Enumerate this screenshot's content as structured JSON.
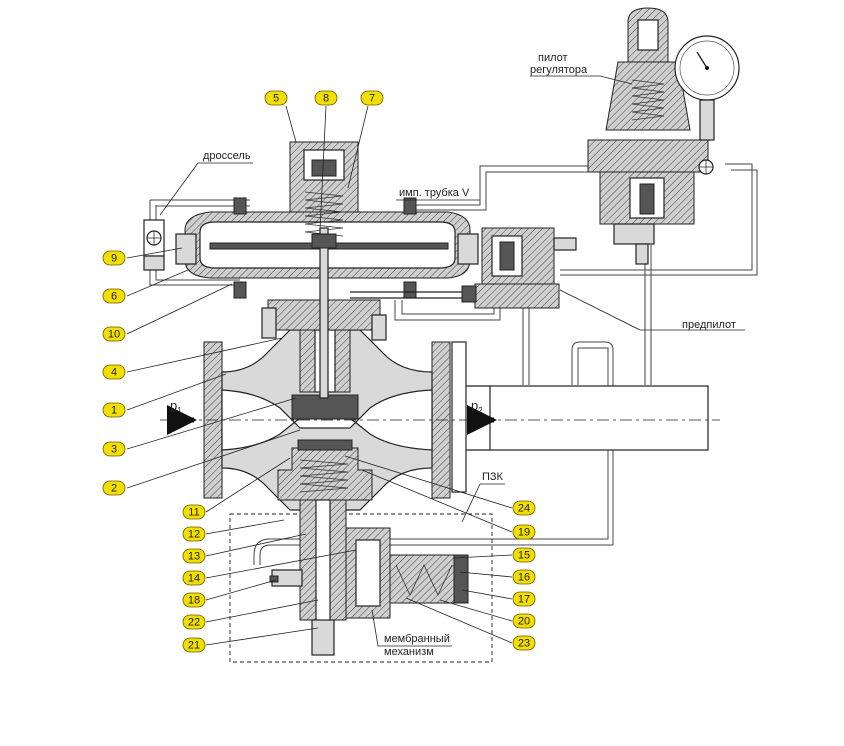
{
  "colors": {
    "tag_fill": "#f2df00",
    "tag_stroke": "#6b5e00",
    "line": "#222222"
  },
  "labels": {
    "pilot": [
      "пилот",
      "регулятора"
    ],
    "throttle": "дроссель",
    "imp_tube": "имп. трубка V",
    "prepilot": "предпилот",
    "pzk": "ПЗК",
    "membrane": [
      "мембранный",
      "механизм"
    ],
    "p1": "p",
    "p1_sub": "1",
    "p2": "p",
    "p2_sub": "2"
  },
  "tags": {
    "t1": "1",
    "t2": "2",
    "t3": "3",
    "t4": "4",
    "t5": "5",
    "t6": "6",
    "t7": "7",
    "t8": "8",
    "t9": "9",
    "t10": "10",
    "t11": "11",
    "t12": "12",
    "t13": "13",
    "t14": "14",
    "t15": "15",
    "t16": "16",
    "t17": "17",
    "t18": "18",
    "t19": "19",
    "t20": "20",
    "t21": "21",
    "t22": "22",
    "t23": "23",
    "t24": "24"
  }
}
